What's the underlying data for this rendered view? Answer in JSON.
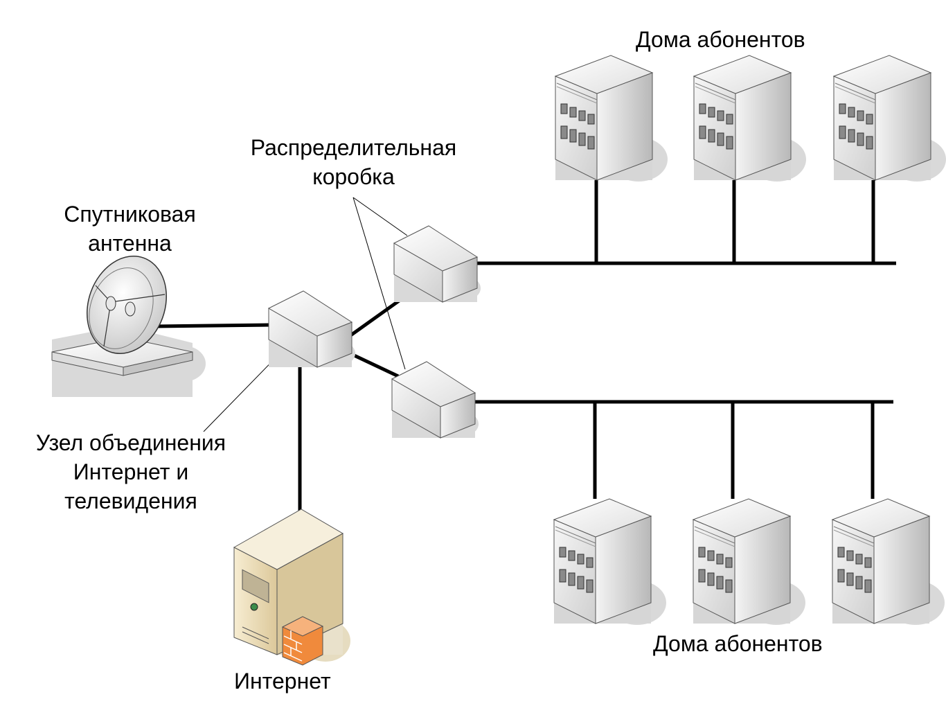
{
  "labels": {
    "houses_top": "Дома абонентов",
    "houses_bottom": "Дома абонентов",
    "distribution_box": [
      "Распределительная",
      "коробка"
    ],
    "satellite_antenna": [
      "Спутниковая",
      "антенна"
    ],
    "hub_node": [
      "Узел объединения",
      "Интернет и",
      "телевидения"
    ],
    "internet": "Интернет"
  },
  "colors": {
    "line": "#000000",
    "device_light": "#f2f2f2",
    "device_side": "#bdbdbd",
    "device_shadow": "#d9d9d9",
    "server_body": "#efe3c0",
    "firewall": "#f08a3c"
  }
}
